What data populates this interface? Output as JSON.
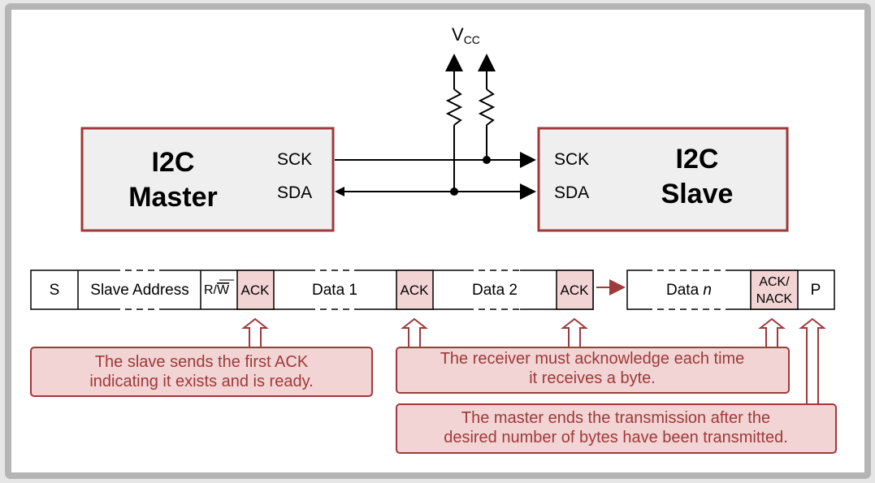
{
  "vcc": {
    "main": "V",
    "sub": "CC"
  },
  "master": {
    "line1": "I2C",
    "line2": "Master",
    "sck": "SCK",
    "sda": "SDA"
  },
  "slave": {
    "line1": "I2C",
    "line2": "Slave",
    "sck": "SCK",
    "sda": "SDA"
  },
  "frame": {
    "start": "S",
    "slave_address": "Slave Address",
    "rw": "R/",
    "rw_bar": "W",
    "ack1": "ACK",
    "data1": "Data 1",
    "ack2": "ACK",
    "data2": "Data 2",
    "ack3": "ACK",
    "datan_prefix": "Data ",
    "datan_italic": "n",
    "acknack_line1": "ACK/",
    "acknack_line2": "NACK",
    "stop": "P"
  },
  "notes": {
    "first_ack_line1": "The slave sends the first ACK",
    "first_ack_line2": "indicating it exists and is ready.",
    "receiver_line1": "The receiver must acknowledge each time",
    "receiver_line2": "it receives a byte.",
    "master_end_line1": "The master ends the transmission after the",
    "master_end_line2": "desired number of bytes have been transmitted."
  },
  "colors": {
    "frame_border": "#b5b5b5",
    "box_border": "#a0393a",
    "box_fill": "#efefef",
    "ack_fill": "#f1d4d3",
    "note_fill": "#f1d4d3",
    "note_text": "#a0393a"
  }
}
